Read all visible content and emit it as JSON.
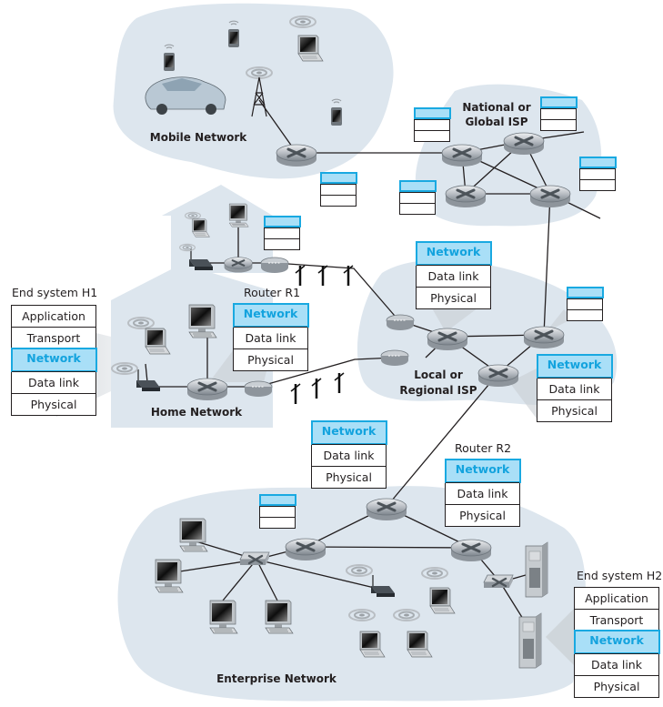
{
  "networks": {
    "mobile": "Mobile Network",
    "national_isp_line1": "National or",
    "national_isp_line2": "Global ISP",
    "local_isp_line1": "Local or",
    "local_isp_line2": "Regional ISP",
    "home": "Home Network",
    "enterprise": "Enterprise Network"
  },
  "end_system_h1": {
    "title": "End system H1",
    "layers": [
      "Application",
      "Transport",
      "Network",
      "Data link",
      "Physical"
    ],
    "highlighted_layer": "Network"
  },
  "end_system_h2": {
    "title": "End system H2",
    "layers": [
      "Application",
      "Transport",
      "Network",
      "Data link",
      "Physical"
    ],
    "highlighted_layer": "Network"
  },
  "router_r1": {
    "title": "Router R1",
    "layers": [
      "Network",
      "Data link",
      "Physical"
    ]
  },
  "router_r2": {
    "title": "Router R2",
    "layers": [
      "Network",
      "Data link",
      "Physical"
    ]
  },
  "local_isp_router_top": {
    "layers": [
      "Network",
      "Data link",
      "Physical"
    ]
  },
  "local_isp_router_bottom": {
    "layers": [
      "Network",
      "Data link",
      "Physical"
    ]
  },
  "enterprise_edge_router": {
    "layers": [
      "Network",
      "Data link",
      "Physical"
    ]
  },
  "colors": {
    "network_layer_fill": "#a9dff7",
    "network_layer_border": "#19a9e1",
    "network_layer_text": "#13a3de",
    "cloud_fill": "#dde6ee"
  }
}
